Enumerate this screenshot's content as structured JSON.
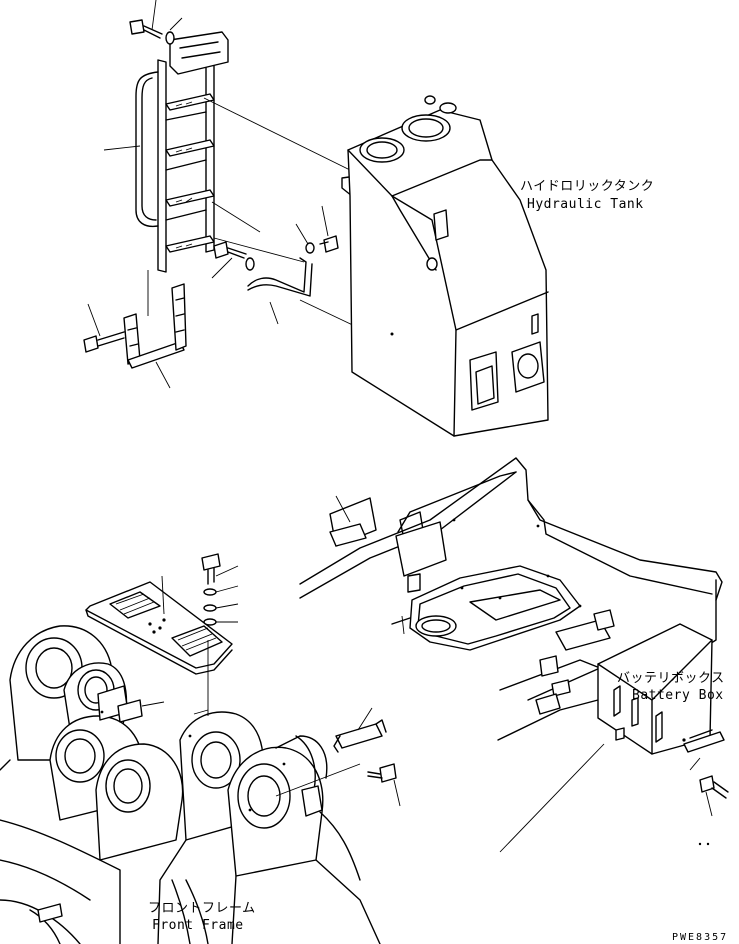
{
  "labels": {
    "hydraulic_tank_jp": "ハイドロリックタンク",
    "hydraulic_tank_en": "Hydraulic Tank",
    "battery_box_jp": "バッテリボックス",
    "battery_box_en": "Battery Box",
    "front_frame_jp": "フロントフレーム",
    "front_frame_en": "Front Frame",
    "drawing_code": "PWE8357"
  }
}
